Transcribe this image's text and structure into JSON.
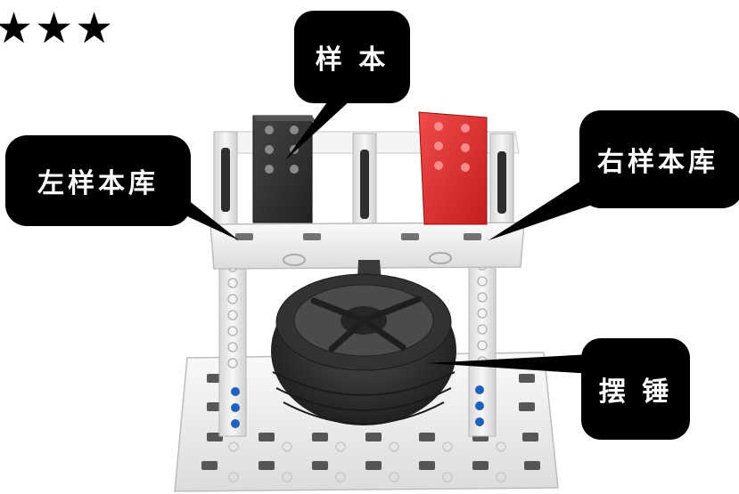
{
  "rating": {
    "stars": "★★★"
  },
  "callouts": {
    "sample": "样 本",
    "left_library": "左样本库",
    "right_library": "右样本库",
    "pendulum": "摆 锤"
  },
  "colors": {
    "callout_bg": "#000000",
    "callout_text": "#ffffff",
    "sample_black": "#2f2f2f",
    "sample_red": "#e53030",
    "frame_white": "#f2f2f2",
    "tire": "#2a2a2a",
    "pin_blue": "#1f5fbf"
  },
  "icons": [
    "star-icon",
    "lego-pendulum-model"
  ]
}
